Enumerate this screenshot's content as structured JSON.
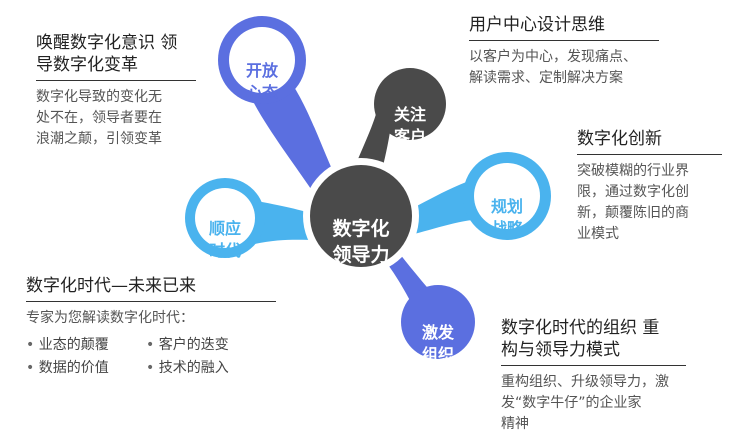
{
  "center": {
    "line1": "数字化",
    "line2": "领导力"
  },
  "nodes": {
    "open": {
      "line1": "开放",
      "line2": "心态",
      "color": "#5B6FE0"
    },
    "customer": {
      "line1": "关注",
      "line2": "客户",
      "color": "#4A4A4A"
    },
    "strategy": {
      "line1": "规划",
      "line2": "战略",
      "color": "#4AB3EE"
    },
    "motivate": {
      "line1": "激发",
      "line2": "组织",
      "color": "#5B6FE0"
    },
    "adapt": {
      "line1": "顺应",
      "line2": "时代",
      "color": "#4AB3EE"
    }
  },
  "blocks": {
    "awaken": {
      "title_line1": "唤醒数字化意识 领",
      "title_line2": "导数字化变革",
      "body_line1": "数字化导致的变化无",
      "body_line2": "处不在，领导者要在",
      "body_line3": "浪潮之颠，引领变革"
    },
    "user_design": {
      "title": "用户中心设计思维",
      "body_line1": "以客户为中心，发现痛点、",
      "body_line2": "解读需求、定制解决方案"
    },
    "innovation": {
      "title": "数字化创新",
      "body_line1": "突破模糊的行业界",
      "body_line2": "限，通过数字化创",
      "body_line3": "新，颠覆陈旧的商",
      "body_line4": "业模式"
    },
    "era": {
      "title": "数字化时代—未来已来",
      "intro": "专家为您解读数字化时代：",
      "bullets": [
        "业态的颠覆",
        "客户的迭变",
        "数据的价值",
        "技术的融入"
      ]
    },
    "organization": {
      "title_line1": "数字化时代的组织 重",
      "title_line2": "构与领导力模式",
      "body_line1": "重构组织、升级领导力，激",
      "body_line2": "发“数字牛仔”的企业家",
      "body_line3": "精神"
    }
  }
}
